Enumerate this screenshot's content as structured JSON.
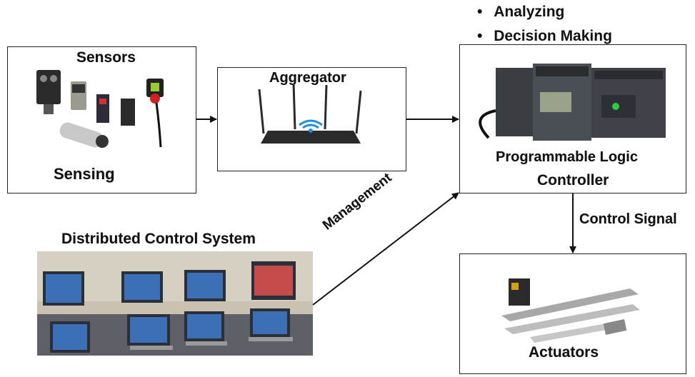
{
  "bullets": [
    "Analyzing",
    "Decision Making"
  ],
  "bullet_symbol": "•",
  "sensors": {
    "title": "Sensors",
    "subtitle": "Sensing"
  },
  "aggregator": {
    "title": "Aggregator"
  },
  "plc": {
    "line1": "Programmable Logic",
    "line2": "Controller"
  },
  "actuators": {
    "title": "Actuators"
  },
  "dcs": {
    "title": "Distributed Control System"
  },
  "edges": {
    "management": "Management",
    "control_signal": "Control Signal"
  },
  "colors": {
    "line": "#111111",
    "device_dark": "#2b2b2b",
    "plc_body": "#4a4e55",
    "wifi": "#1e8fe0",
    "dcs_wall": "#c9c2b3"
  }
}
